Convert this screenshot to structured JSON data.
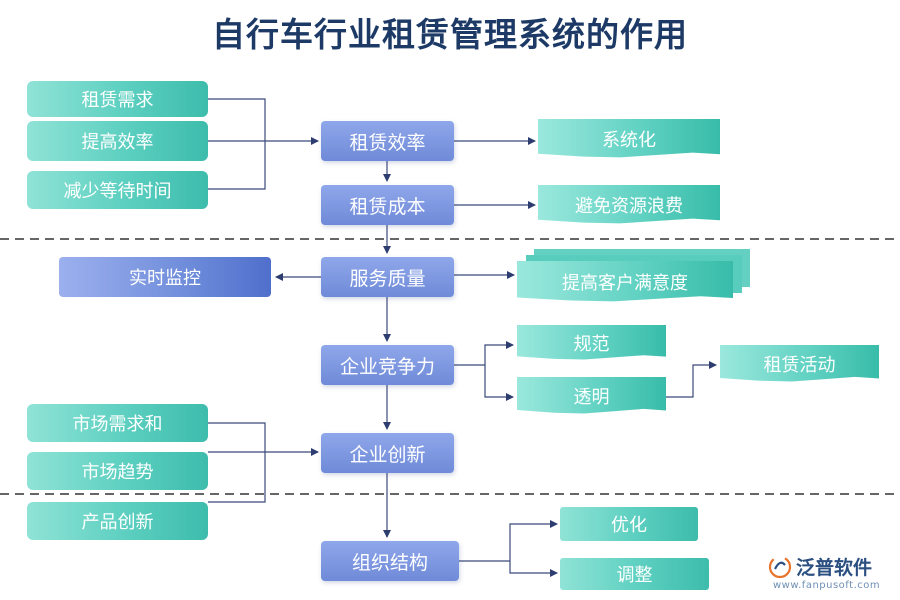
{
  "title": "自行车行业租赁管理系统的作用",
  "left_inputs_top": [
    "租赁需求",
    "提高效率",
    "减少等待时间"
  ],
  "left_inputs_bottom": [
    "市场需求和",
    "市场趋势",
    "产品创新"
  ],
  "center_nodes": [
    "租赁效率",
    "租赁成本",
    "服务质量",
    "企业竞争力",
    "企业创新",
    "组织结构"
  ],
  "left_output": "实时监控",
  "right_outputs": {
    "efficiency": "系统化",
    "cost": "避免资源浪费",
    "service": "提高客户满意度",
    "competitiveness_1": "规范",
    "competitiveness_2": "透明",
    "activity": "租赁活动",
    "structure_1": "优化",
    "structure_2": "调整"
  },
  "logo": {
    "name": "泛普软件",
    "url": "www.fanpusoft.com"
  },
  "colors": {
    "title": "#1d3a66",
    "teal": "#4cc6b6",
    "blue": "#7a93dd",
    "line": "#3b4a7a",
    "dash": "#666666"
  }
}
